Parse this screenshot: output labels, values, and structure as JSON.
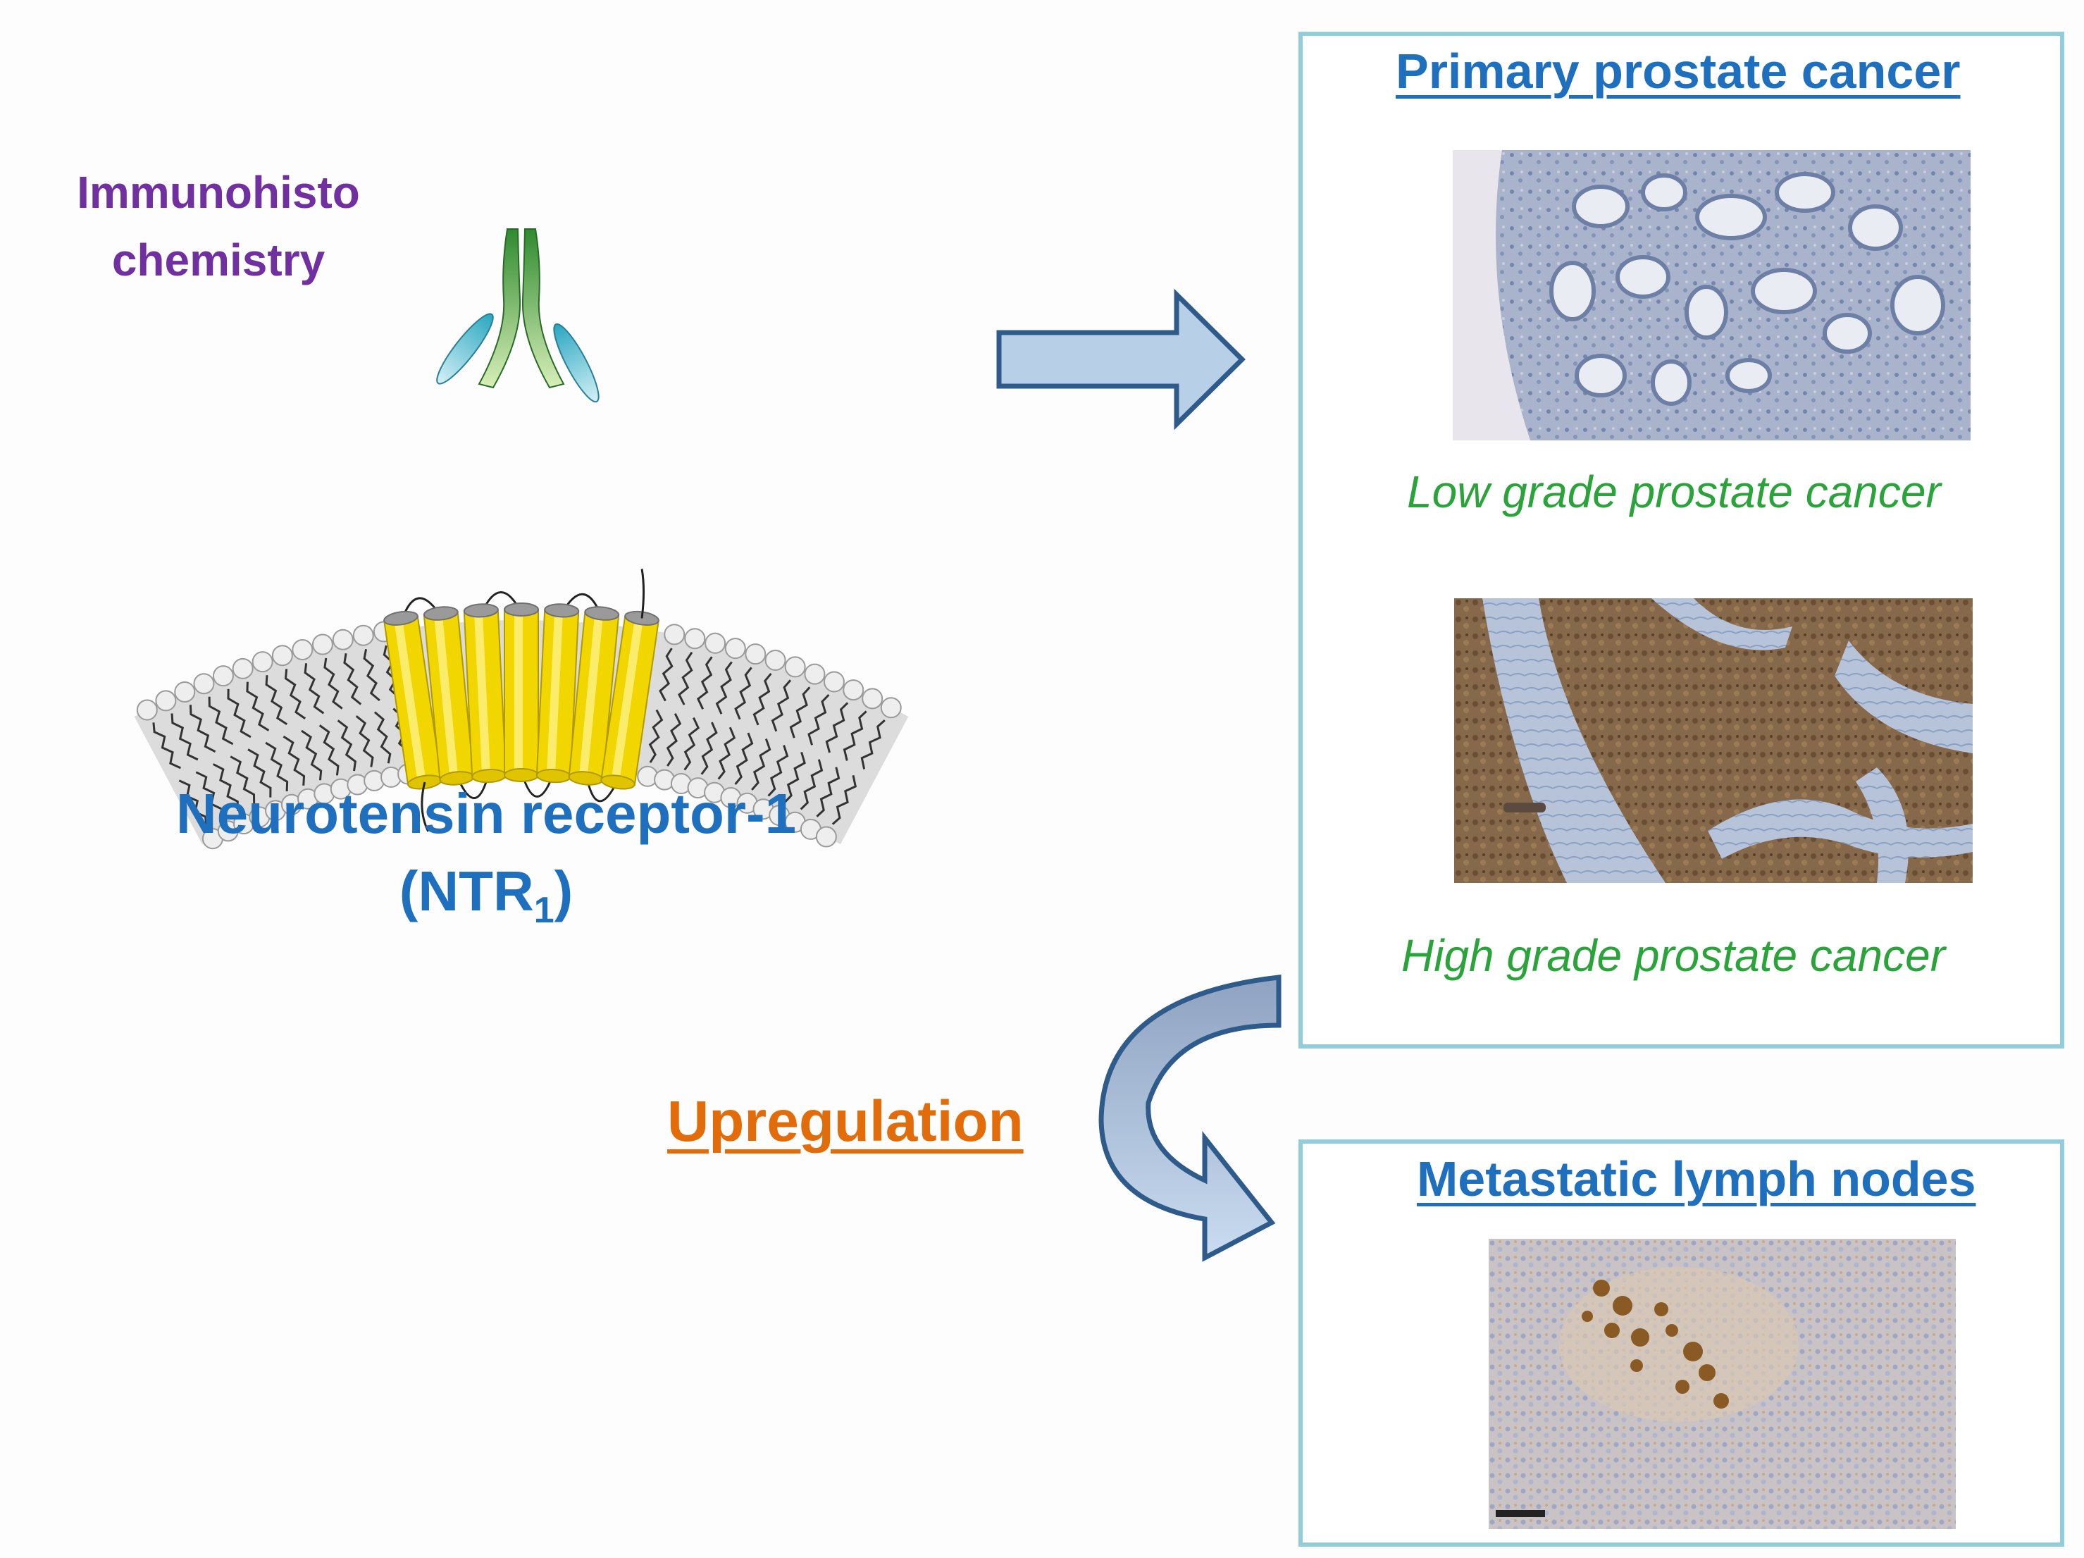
{
  "ihc_label_line1": "Immunohisto",
  "ihc_label_line2": "chemistry",
  "receptor": {
    "name": "Neurotensin receptor-1",
    "abbr_open": "(NTR",
    "abbr_sub": "1",
    "abbr_close": ")"
  },
  "primary_panel": {
    "title": "Primary prostate cancer",
    "low_caption": "Low grade prostate cancer",
    "high_caption": "High grade prostate cancer"
  },
  "upregulation_label": "Upregulation",
  "metastatic_panel": {
    "title": "Metastatic lymph nodes"
  },
  "colors": {
    "ihc_label": "#7030a0",
    "receptor_text": "#1f6fbf",
    "panel_title": "#1f6fbf",
    "caption": "#2aa43a",
    "upregulation": "#e36c0a",
    "panel_border": "#92cddc",
    "arrow_fill": "#b8cfe8",
    "arrow_stroke": "#2e5b8a",
    "helix": "#f2d600"
  }
}
